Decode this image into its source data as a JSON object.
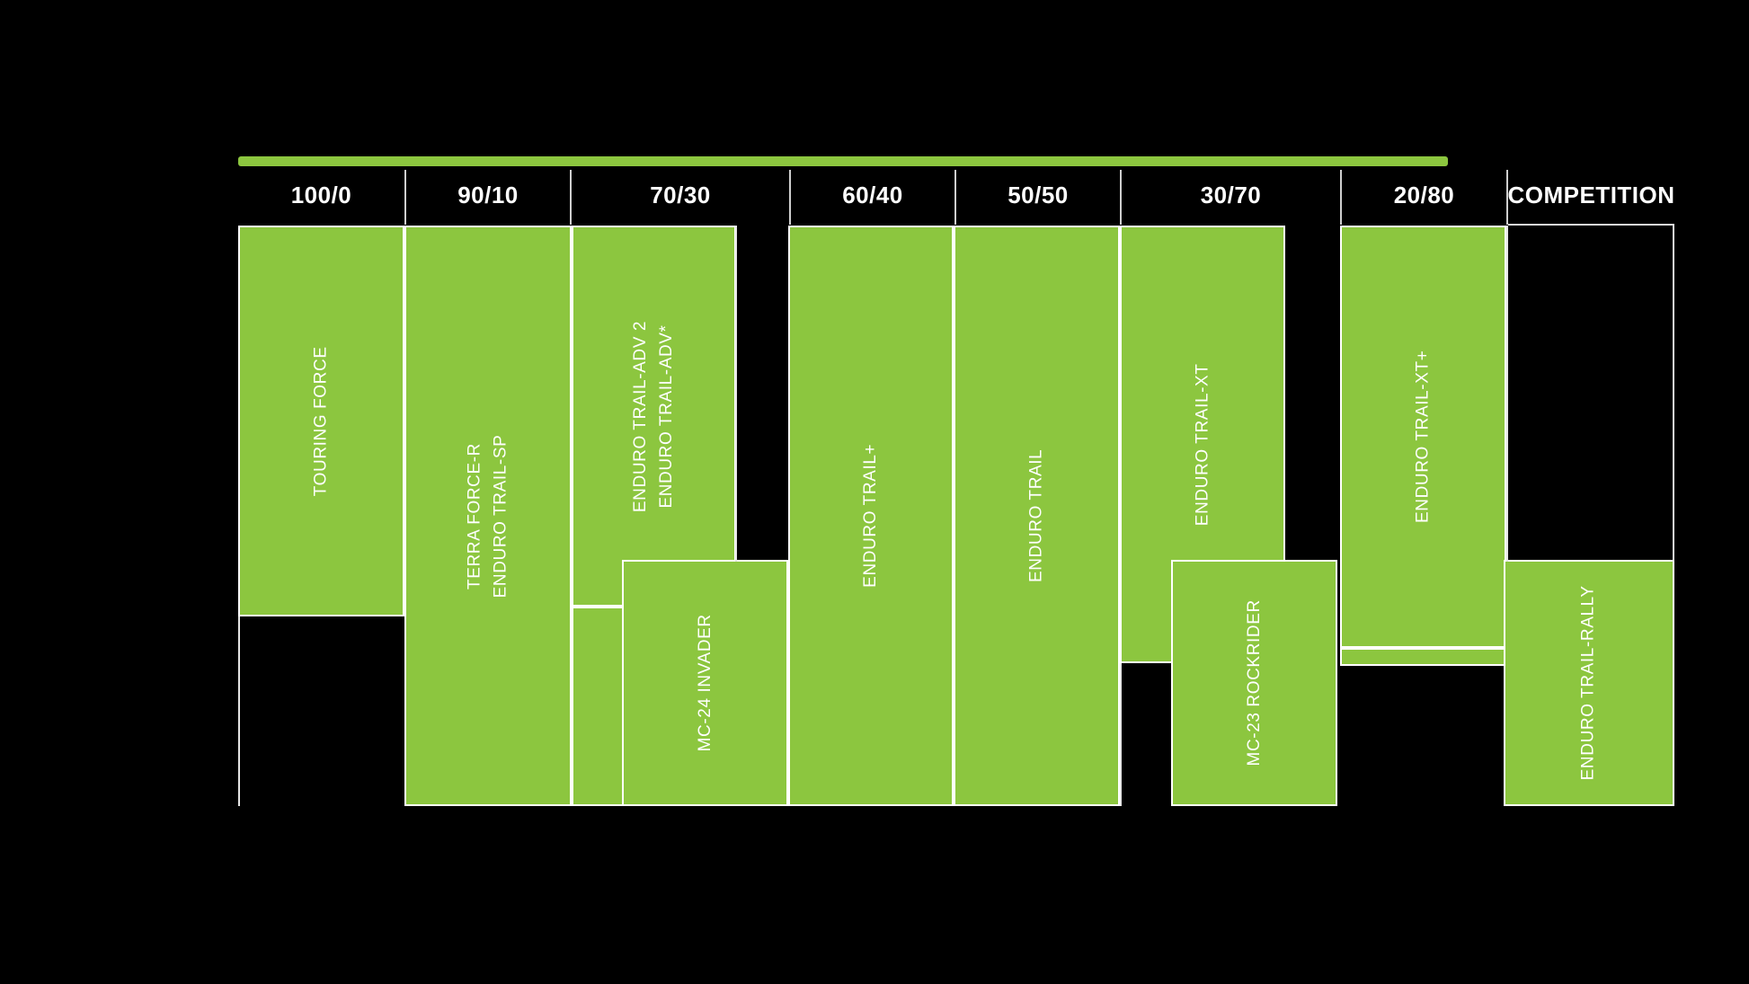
{
  "chart_data": {
    "type": "bar",
    "title": "",
    "xlabel": "",
    "ylabel": "",
    "legend": [],
    "grid": false,
    "axis_note": "Columns denote on-road/off-road usage ratio; green blocks span the ratio range each tire model covers.",
    "categories": [
      "100/0",
      "90/10",
      "70/30",
      "60/40",
      "50/50",
      "30/70",
      "20/80",
      "COMPETITION"
    ],
    "accent_color": "#8cc63f",
    "background_color": "#000000",
    "border_color": "#ffffff",
    "products": [
      {
        "name": "TOURING FORCE",
        "span_columns": [
          "100/0"
        ],
        "row_band": "upper"
      },
      {
        "name": "TERRA FORCE-R",
        "span_columns": [
          "90/10"
        ],
        "row_band": "upper"
      },
      {
        "name": "ENDURO TRAIL-SP",
        "span_columns": [
          "90/10"
        ],
        "row_band": "upper"
      },
      {
        "name": "ENDURO TRAIL-ADV 2",
        "span_columns": [
          "70/30"
        ],
        "row_band": "upper"
      },
      {
        "name": "ENDURO TRAIL-ADV*",
        "span_columns": [
          "70/30"
        ],
        "row_band": "upper"
      },
      {
        "name": "ENDURO TRAIL+",
        "span_columns": [
          "60/40"
        ],
        "row_band": "full"
      },
      {
        "name": "ENDURO TRAIL",
        "span_columns": [
          "50/50"
        ],
        "row_band": "full"
      },
      {
        "name": "ENDURO TRAIL-XT",
        "span_columns": [
          "30/70"
        ],
        "row_band": "upper"
      },
      {
        "name": "ENDURO TRAIL-XT+",
        "span_columns": [
          "20/80"
        ],
        "row_band": "upper"
      },
      {
        "name": "MC-24 INVADER",
        "span_columns": [
          "70/30"
        ],
        "row_band": "lower"
      },
      {
        "name": "MC-23 ROCKRIDER",
        "span_columns": [
          "30/70"
        ],
        "row_band": "lower"
      },
      {
        "name": "ENDURO TRAIL-RALLY",
        "span_columns": [
          "COMPETITION"
        ],
        "row_band": "lower"
      }
    ]
  },
  "header": {
    "cells": [
      {
        "label": "100/0"
      },
      {
        "label": "90/10"
      },
      {
        "label": "70/30"
      },
      {
        "label": "60/40"
      },
      {
        "label": "50/50"
      },
      {
        "label": "30/70"
      },
      {
        "label": "20/80"
      },
      {
        "label": "COMPETITION"
      }
    ]
  },
  "bars": [
    {
      "label": "TOURING FORCE",
      "label2": ""
    },
    {
      "label": "TERRA FORCE-R",
      "label2": "ENDURO TRAIL-SP"
    },
    {
      "label": "ENDURO TRAIL-ADV 2",
      "label2": "ENDURO TRAIL-ADV*"
    },
    {
      "label": "ENDURO TRAIL+",
      "label2": ""
    },
    {
      "label": "ENDURO TRAIL",
      "label2": ""
    },
    {
      "label": "ENDURO TRAIL-XT",
      "label2": ""
    },
    {
      "label": "ENDURO TRAIL-XT+",
      "label2": ""
    },
    {
      "label": "MC-24 INVADER",
      "label2": ""
    },
    {
      "label": "MC-23 ROCKRIDER",
      "label2": ""
    },
    {
      "label": "ENDURO TRAIL-RALLY",
      "label2": ""
    }
  ]
}
